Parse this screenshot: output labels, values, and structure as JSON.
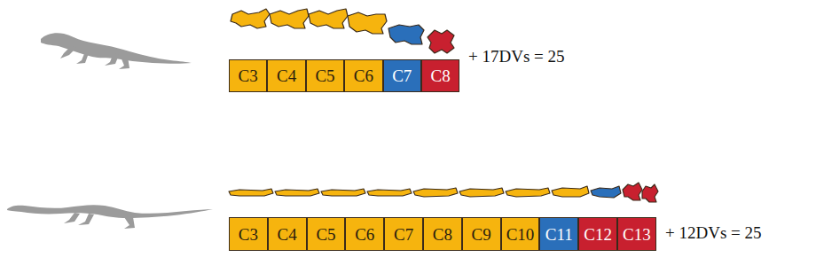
{
  "diagram": {
    "nodes": [
      {
        "text": [
          "C3"
        ]
      },
      {
        "text": [
          "C4"
        ]
      },
      {
        "text": [
          "C5"
        ]
      },
      {
        "text": [
          "C6"
        ]
      },
      {
        "text": [
          "C7"
        ]
      },
      {
        "text": [
          "C8"
        ]
      },
      {
        "text": [
          "C3"
        ]
      },
      {
        "text": [
          "C4"
        ]
      },
      {
        "text": [
          "C5"
        ]
      },
      {
        "text": [
          "C6"
        ]
      },
      {
        "text": [
          "C7"
        ]
      },
      {
        "text": [
          "C8"
        ]
      },
      {
        "text": [
          "C9"
        ]
      },
      {
        "text": [
          "C10"
        ]
      },
      {
        "text": [
          "C11"
        ]
      },
      {
        "text": [
          "C12"
        ]
      },
      {
        "text": [
          "C13"
        ]
      }
    ],
    "labels": [
      "+ 17DVs = 25",
      "+ 12DVs = 25"
    ]
  }
}
